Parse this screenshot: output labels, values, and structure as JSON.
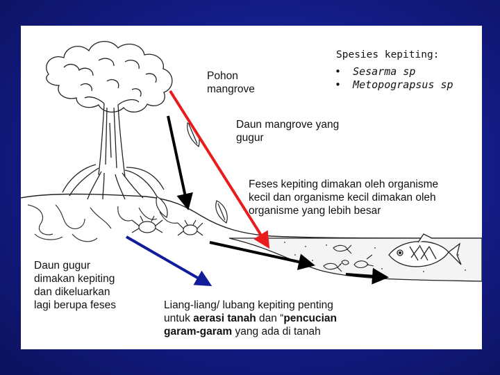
{
  "labels": {
    "mangrove_tree": [
      "Pohon",
      "mangrove"
    ],
    "species_title": "Spesies kepiting:",
    "species_list": [
      "Sesarma sp",
      "Metopograpsus sp"
    ],
    "species_bullet": "•",
    "fallen_leaves": [
      "Daun mangrove yang",
      "gugur"
    ],
    "feces": [
      "Feses kepiting dimakan oleh organisme",
      "kecil dan organisme kecil dimakan oleh",
      "organisme yang lebih besar"
    ],
    "eaten_leaves": [
      "Daun gugur",
      "dimakan kepiting",
      "dan dikeluarkan",
      "lagi berupa feses"
    ],
    "burrows_line1": "Liang-liang/ lubang kepiting penting",
    "burrows_line2_pre": "untuk ",
    "burrows_line2_bold1": "aerasi tanah",
    "burrows_line2_mid": " dan “",
    "burrows_line2_bold2": "pencucian",
    "burrows_line3_bold": "garam-garam",
    "burrows_line3_post": " yang ada di tanah"
  },
  "colors": {
    "background": "#141c86",
    "panel": "#ffffff",
    "red_arrow": "#e81c1c",
    "blue_arrow": "#101c9a",
    "black_arrow": "#000000"
  },
  "icons": [
    "mangrove-tree-icon",
    "falling-leaf-icon",
    "crab-icon",
    "fish-icon",
    "shrimp-icon"
  ]
}
